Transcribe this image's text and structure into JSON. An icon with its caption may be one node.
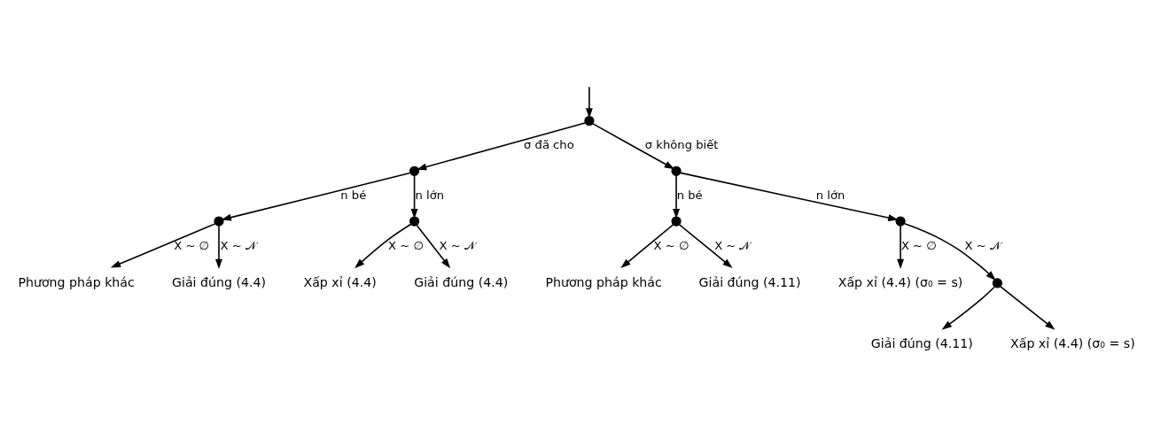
{
  "diagram": {
    "nodes": [
      {
        "text": [],
        "shape": "point"
      },
      {
        "text": [],
        "shape": "point"
      },
      {
        "text": [],
        "shape": "point"
      },
      {
        "text": [],
        "shape": "point"
      },
      {
        "text": [],
        "shape": "point"
      },
      {
        "text": [],
        "shape": "point"
      },
      {
        "text": [],
        "shape": "point"
      },
      {
        "text": [
          "Phương pháp khác"
        ]
      },
      {
        "text": [
          "Giải đúng (4.4)"
        ]
      },
      {
        "text": [
          "Xấp xỉ (4.4)"
        ]
      },
      {
        "text": [
          "Giải đúng (4.4)"
        ]
      },
      {
        "text": [
          "Phương pháp khác"
        ]
      },
      {
        "text": [
          "Giải đúng (4.11)"
        ]
      },
      {
        "text": [
          "Xấp xỉ (4.4) (σ₀ = s)"
        ]
      },
      {
        "text": [],
        "shape": "point"
      },
      {
        "text": [
          "Giải đúng (4.11)"
        ]
      },
      {
        "text": [
          "Xấp xỉ (4.4) (σ₀ = s)"
        ]
      }
    ],
    "edges": [
      {
        "from": null,
        "to": 0,
        "arrow": "to"
      },
      {
        "from": 0,
        "to": 1,
        "arrow": "to",
        "label": "σ đã cho"
      },
      {
        "from": 0,
        "to": 2,
        "arrow": "to",
        "label": "σ không biết"
      },
      {
        "from": 1,
        "to": 3,
        "arrow": "to",
        "label": "n bé"
      },
      {
        "from": 1,
        "to": 4,
        "arrow": "to",
        "label": "n lớn"
      },
      {
        "from": 2,
        "to": 5,
        "arrow": "to",
        "label": "n bé"
      },
      {
        "from": 2,
        "to": 6,
        "arrow": "to",
        "label": "n lớn"
      },
      {
        "from": 3,
        "to": 7,
        "arrow": "to",
        "label": "X ~ ∅"
      },
      {
        "from": 3,
        "to": 8,
        "arrow": "to",
        "label": "X ~ 𝒩"
      },
      {
        "from": 4,
        "to": 9,
        "arrow": "to",
        "label": "X ~ ∅"
      },
      {
        "from": 4,
        "to": 10,
        "arrow": "to",
        "label": "X ~ 𝒩"
      },
      {
        "from": 5,
        "to": 11,
        "arrow": "to",
        "label": "X ~ ∅"
      },
      {
        "from": 5,
        "to": 12,
        "arrow": "to",
        "label": "X ~ 𝒩"
      },
      {
        "from": 6,
        "to": 13,
        "arrow": "to",
        "label": "X ~ ∅"
      },
      {
        "from": 6,
        "to": 14,
        "arrow": "to",
        "label": "X ~ 𝒩"
      },
      {
        "from": 14,
        "to": 15,
        "arrow": "to"
      },
      {
        "from": 14,
        "to": 16,
        "arrow": "to"
      }
    ]
  }
}
